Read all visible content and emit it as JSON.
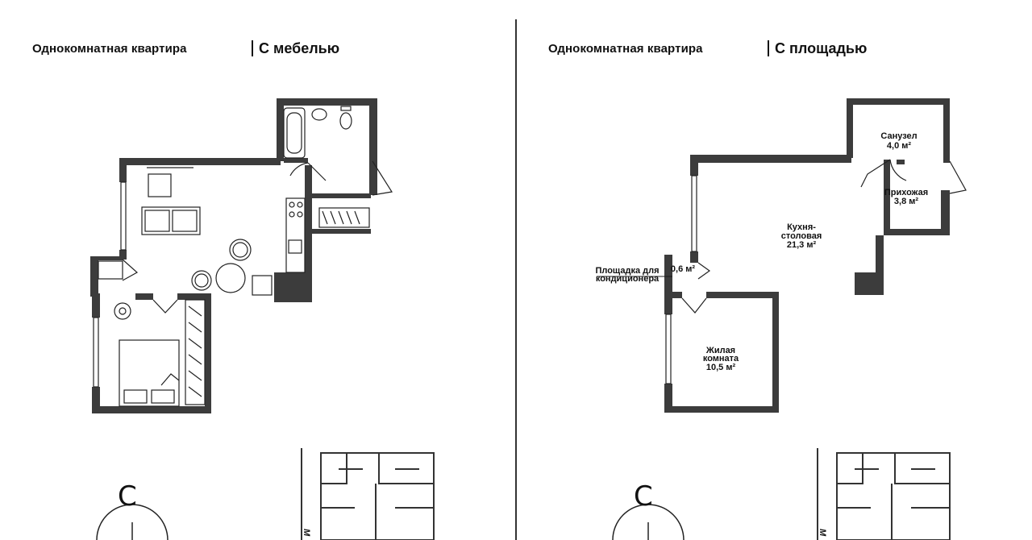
{
  "left_panel": {
    "title": "Однокомнатная квартира",
    "subtitle": "С мебелью",
    "compass_letter": "С",
    "mini_plan_label": "М"
  },
  "right_panel": {
    "title": "Однокомнатная квартира",
    "subtitle": "С площадью",
    "compass_letter": "С",
    "mini_plan_label": "М",
    "rooms": {
      "bathroom": {
        "name": "Санузел",
        "area": "4,0 м²"
      },
      "hallway": {
        "name": "Прихожая",
        "area": "3,8 м²"
      },
      "kitchen": {
        "name_line1": "Кухня-",
        "name_line2": "столовая",
        "area": "21,3 м²"
      },
      "living": {
        "name_line1": "Жилая",
        "name_line2": "комната",
        "area": "10,5 м²"
      },
      "ac_platform": {
        "area": "0,6 м²",
        "label_line1": "Площадка для",
        "label_line2": "кондиционера"
      }
    }
  },
  "colors": {
    "wall": "#3c3c3c",
    "line": "#222222",
    "background": "#ffffff"
  }
}
